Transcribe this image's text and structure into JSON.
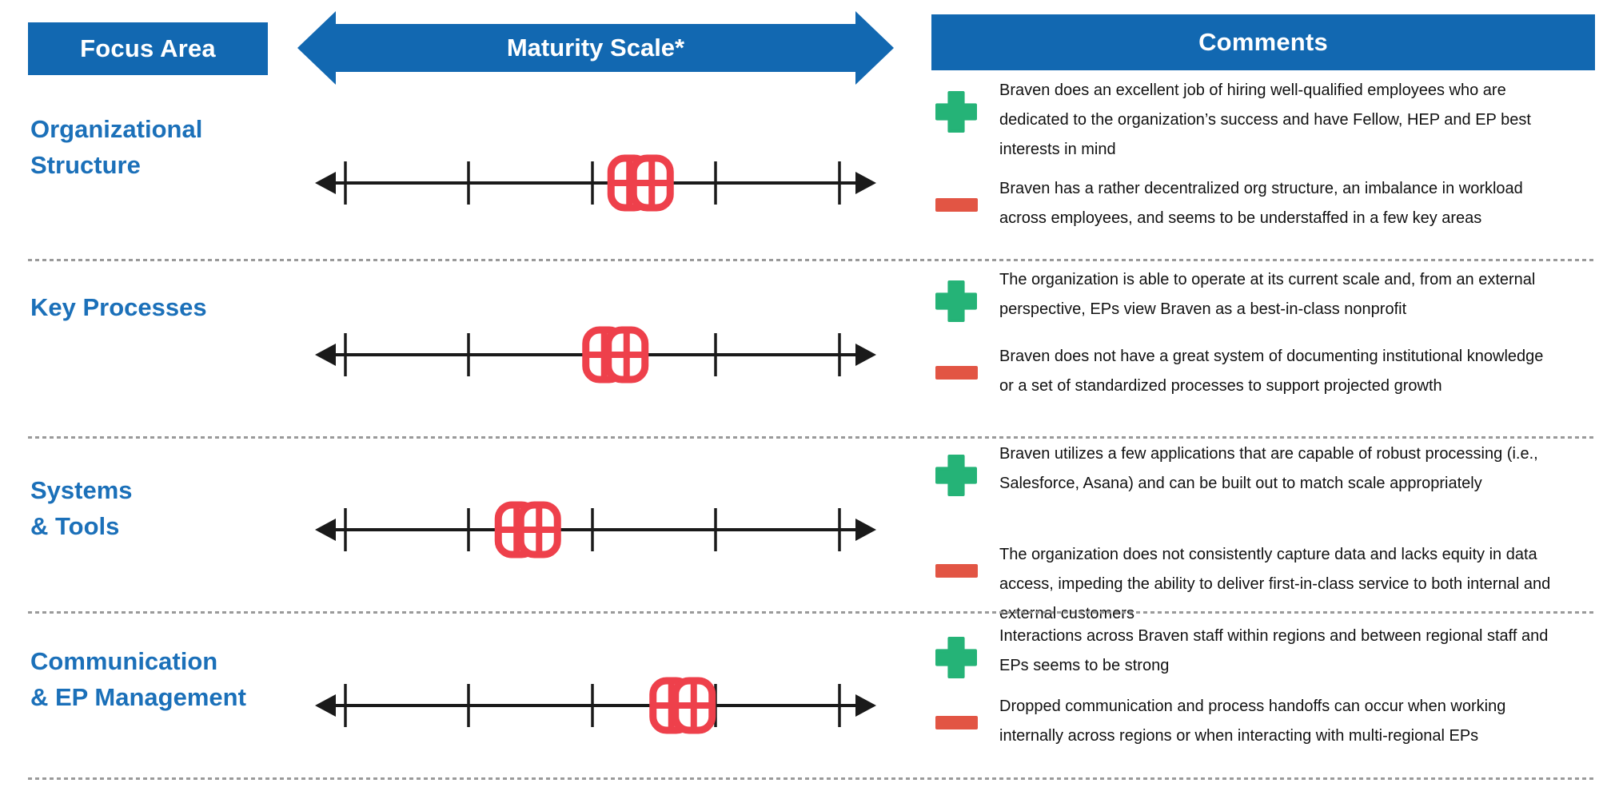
{
  "header": {
    "focus_area_label": "Focus Area",
    "maturity_scale_label": "Maturity Scale*",
    "comments_label": "Comments"
  },
  "colors": {
    "header_blue": "#1268B1",
    "label_blue": "#1B70B9",
    "plus_green": "#25B377",
    "minus_red": "#E25544",
    "marker_red": "#EE404B",
    "ink": "#1A1A1A",
    "separator": "#9A9A9A"
  },
  "scale": {
    "tick_count": 5
  },
  "rows": [
    {
      "label_line1": "Organizational",
      "label_line2": "Structure",
      "marker_x_pct": 57.5,
      "plus_comment": "Braven does an excellent job of hiring well-qualified employees who are dedicated to the organization’s success and have Fellow, HEP and EP best interests in mind",
      "minus_comment": "Braven has a rather decentralized org structure, an imbalance in workload across employees, and seems to be understaffed in a few key areas"
    },
    {
      "label_line1": "Key Processes",
      "label_line2": "",
      "marker_x_pct": 53.3,
      "plus_comment": "The organization is able to operate at its current scale and, from an external perspective, EPs view Braven as a best-in-class nonprofit",
      "minus_comment": "Braven does not have a great system of documenting institutional knowledge or a set of standardized processes to support projected growth"
    },
    {
      "label_line1": "Systems",
      "label_line2": "& Tools",
      "marker_x_pct": 38.7,
      "plus_comment": "Braven utilizes a few applications that are capable of robust processing (i.e., Salesforce, Asana) and can be built out to match scale appropriately",
      "minus_comment": "The organization does not consistently capture data and lacks equity in data access, impeding the ability to deliver first-in-class service to both internal and external customers"
    },
    {
      "label_line1": "Communication",
      "label_line2": "& EP Management",
      "marker_x_pct": 64.5,
      "plus_comment": "Interactions across Braven staff within regions and between regional staff and EPs seems to be strong",
      "minus_comment": "Dropped communication and process handoffs can occur when working internally across regions or when interacting with multi-regional EPs"
    }
  ]
}
